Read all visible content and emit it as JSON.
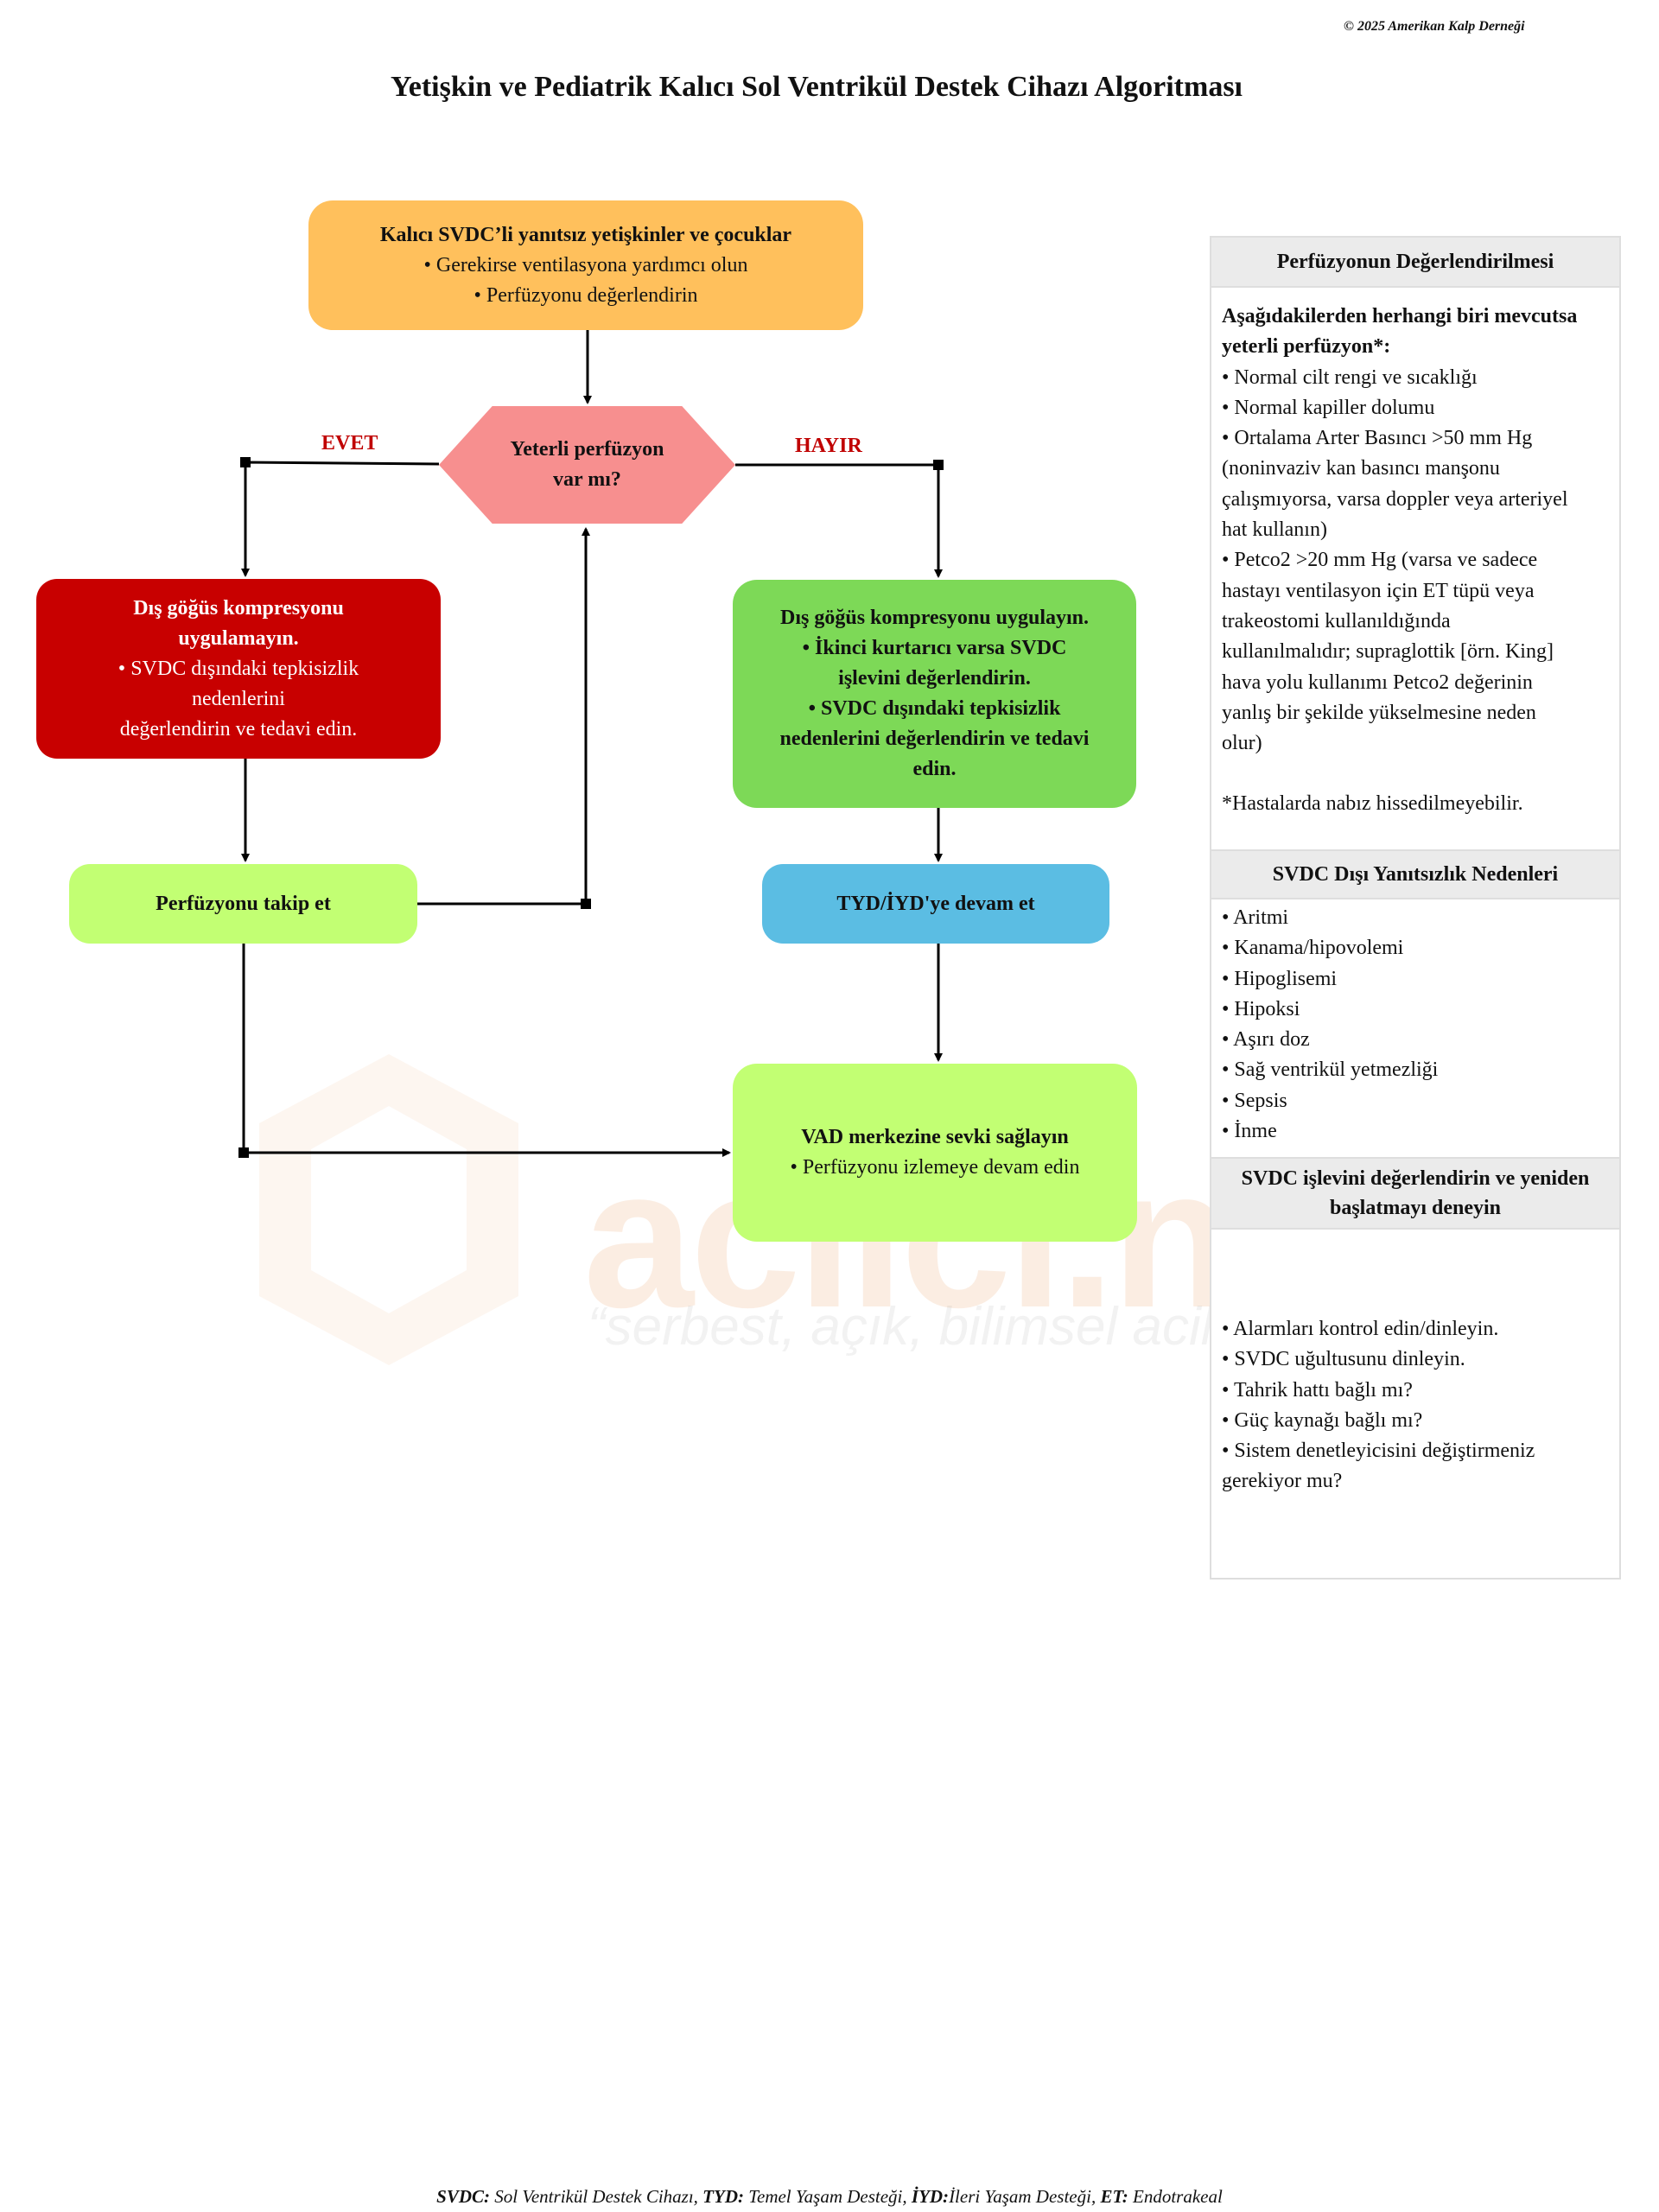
{
  "header": {
    "copyright": "© 2025 Amerikan Kalp Derneği",
    "title": "Yetişkin ve Pediatrik Kalıcı Sol Ventrikül Destek Cihazı Algoritması"
  },
  "watermark": {
    "brand": "acilci.net",
    "slogan": "“serbest, açık, bilimsel acil tıp”"
  },
  "flowchart": {
    "start": {
      "title": "Kalıcı SVDC’li yanıtsız yetişkinler ve çocuklar",
      "bullets": [
        "• Gerekirse ventilasyona yardımcı olun",
        "• Perfüzyonu değerlendirin"
      ]
    },
    "decision": {
      "line1": "Yeterli perfüzyon",
      "line2": "var mı?"
    },
    "labels": {
      "yes": "EVET",
      "no": "HAYIR"
    },
    "yes_box": {
      "title1": "Dış göğüs kompresyonu",
      "title2": "uygulamayın.",
      "line1": "• SVDC dışındaki tepkisizlik",
      "line2": "nedenlerini",
      "line3": "değerlendirin ve tedavi edin."
    },
    "no_box": {
      "line1": "Dış göğüs kompresyonu uygulayın.",
      "line2": "• İkinci kurtarıcı varsa SVDC",
      "line3": "işlevini değerlendirin.",
      "line4": "• SVDC dışındaki tepkisizlik",
      "line5": "nedenlerini değerlendirin ve tedavi",
      "line6": "edin."
    },
    "follow_box": {
      "label": "Perfüzyonu takip et"
    },
    "cpr_box": {
      "label": "TYD/İYD'ye devam et"
    },
    "vad_box": {
      "title": "VAD merkezine sevki sağlayın",
      "bullet": "• Perfüzyonu izlemeye devam edin"
    },
    "colors": {
      "start": "#ffc05c",
      "decision": "#f78f8f",
      "yes_box": "#c80000",
      "no_box": "#7dd957",
      "follow_box": "#c2ff73",
      "cpr_box": "#5bbde3",
      "vad_box": "#c2ff73",
      "branch_label": "#c00000"
    }
  },
  "panel": {
    "sections": [
      {
        "heading": "Perfüzyonun Değerlendirilmesi",
        "intro": [
          "Aşağıdakilerden herhangi biri mevcutsa",
          "yeterli perfüzyon*:"
        ],
        "lines": [
          "• Normal cilt rengi ve sıcaklığı",
          "• Normal kapiller dolumu",
          "• Ortalama Arter Basıncı >50 mm Hg",
          "(noninvaziv kan basıncı manşonu",
          "çalışmıyorsa, varsa doppler veya arteriyel",
          "hat kullanın)",
          "• Petco2 >20 mm Hg (varsa ve sadece",
          "hastayı ventilasyon için ET tüpü veya",
          "trakeostomi kullanıldığında",
          "kullanılmalıdır; supraglottik [örn. King]",
          "hava yolu kullanımı Petco2 değerinin",
          "yanlış bir şekilde yükselmesine neden",
          "olur)"
        ],
        "note": "*Hastalarda nabız hissedilmeyebilir."
      },
      {
        "heading": "SVDC Dışı Yanıtsızlık Nedenleri",
        "lines": [
          "• Aritmi",
          "• Kanama/hipovolemi",
          "• Hipoglisemi",
          "• Hipoksi",
          "• Aşırı doz",
          "• Sağ ventrikül yetmezliği",
          "• Sepsis",
          "• İnme"
        ]
      },
      {
        "heading": "SVDC işlevini değerlendirin ve yeniden başlatmayı deneyin",
        "lines": [
          "• Alarmları kontrol edin/dinleyin.",
          "• SVDC uğultusunu dinleyin.",
          "• Tahrik hattı bağlı mı?",
          "• Güç kaynağı bağlı mı?",
          "• Sistem denetleyicisini değiştirmeniz",
          "gerekiyor mu?"
        ]
      }
    ]
  },
  "footer": {
    "items": [
      {
        "abbr": "SVDC:",
        "text": " Sol Ventrikül Destek Cihazı, "
      },
      {
        "abbr": "TYD:",
        "text": " Temel Yaşam Desteği, "
      },
      {
        "abbr": "İYD:",
        "text": "İleri Yaşam Desteği, "
      },
      {
        "abbr": "ET:",
        "text": " Endotrakeal"
      }
    ]
  }
}
